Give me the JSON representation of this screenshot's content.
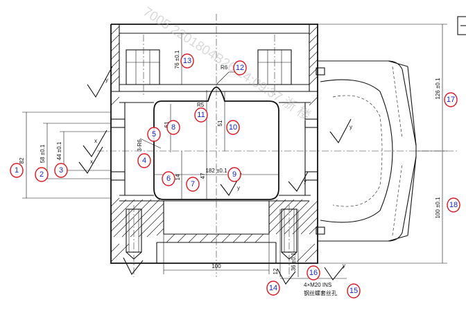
{
  "dimensions": {
    "d82": "82",
    "d58": "58 ±0.1",
    "d44": "44 ±0.1",
    "d76": "76 ±0.1",
    "dR6": "R6",
    "dR5": "R5",
    "d61": "61",
    "d51": "51",
    "d3r6": "3-R6",
    "d14": "14",
    "d47": "47",
    "d182": "182 ±0.1",
    "d126": "126 ±0.1",
    "d100v": "100 ±0.1",
    "d100h": "100",
    "d12": "12",
    "d36": "36 ±0.1",
    "thread": "4×M20 INS",
    "thread_note": "钢丝螺套丝孔"
  },
  "roughness_label": "y",
  "roughness_label_x": "x",
  "badges": [
    "1",
    "2",
    "3",
    "4",
    "5",
    "6",
    "7",
    "8",
    "9",
    "10",
    "11",
    "12",
    "13",
    "14",
    "15",
    "16",
    "17",
    "18"
  ],
  "watermark": "7005 2201804B26 14:09:37 浙 楼"
}
